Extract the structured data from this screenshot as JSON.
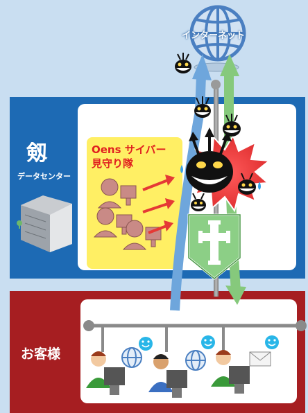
{
  "internet": {
    "label": "インターネット"
  },
  "datacenter": {
    "name": "剱",
    "sublabel": "データセンター"
  },
  "monitoring": {
    "line1": "Oens サイバー",
    "line2": "見守り隊"
  },
  "customer": {
    "label": "お客様"
  },
  "colors": {
    "sky": "#c9def1",
    "datacenter_blue": "#1d6ab4",
    "customer_red": "#a61e21",
    "panel_yellow": "#ffef64",
    "arrow_blue": "#6ea6dc",
    "arrow_green": "#86c97c",
    "shield_green": "#8ccf86",
    "threat_red": "#e03031"
  }
}
